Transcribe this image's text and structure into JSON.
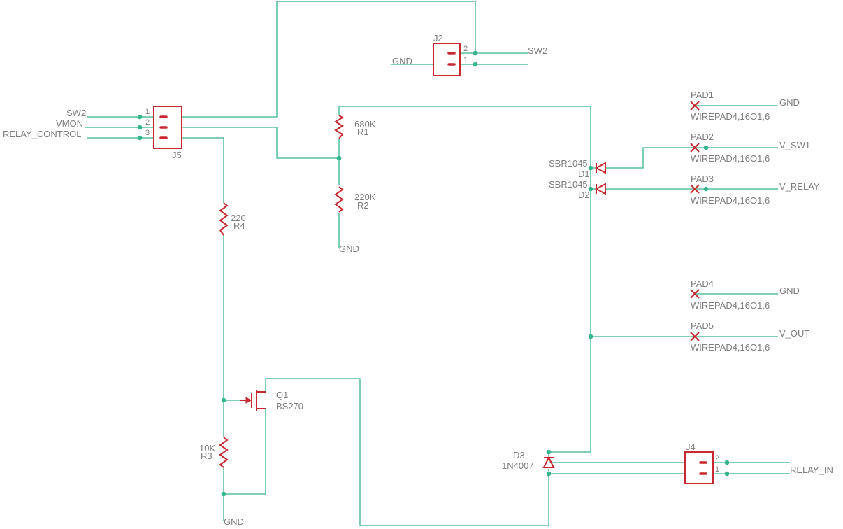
{
  "nets": {
    "sw2_left": "SW2",
    "vmon": "VMON",
    "relay_control": "RELAY_CONTROL",
    "sw2_j2": "SW2",
    "gnd_j2": "GND",
    "gnd_r2": "GND",
    "gnd_bottom": "GND",
    "pad1_net": "GND",
    "pad2_net": "V_SW1",
    "pad3_net": "V_RELAY",
    "pad4_net": "GND",
    "pad5_net": "V_OUT",
    "relay_in": "RELAY_IN"
  },
  "connectors": {
    "J5": {
      "ref": "J5",
      "pins": [
        "1",
        "2",
        "3"
      ]
    },
    "J2": {
      "ref": "J2",
      "pins": [
        "2",
        "1"
      ]
    },
    "J4": {
      "ref": "J4",
      "pins": [
        "2",
        "1"
      ]
    }
  },
  "resistors": {
    "R1": {
      "ref": "R1",
      "value": "680K"
    },
    "R2": {
      "ref": "R2",
      "value": "220K"
    },
    "R3": {
      "ref": "R3",
      "value": "10K"
    },
    "R4": {
      "ref": "R4",
      "value": "220"
    }
  },
  "diodes": {
    "D1": {
      "ref": "D1",
      "value": "SBR1045"
    },
    "D2": {
      "ref": "D2",
      "value": "SBR1045"
    },
    "D3": {
      "ref": "D3",
      "value": "1N4007"
    }
  },
  "transistor": {
    "ref": "Q1",
    "value": "BS270"
  },
  "pads": [
    {
      "ref": "PAD1",
      "value": "WIREPAD4,16O1,6"
    },
    {
      "ref": "PAD2",
      "value": "WIREPAD4,16O1,6"
    },
    {
      "ref": "PAD3",
      "value": "WIREPAD4,16O1,6"
    },
    {
      "ref": "PAD4",
      "value": "WIREPAD4,16O1,6"
    },
    {
      "ref": "PAD5",
      "value": "WIREPAD4,16O1,6"
    }
  ]
}
